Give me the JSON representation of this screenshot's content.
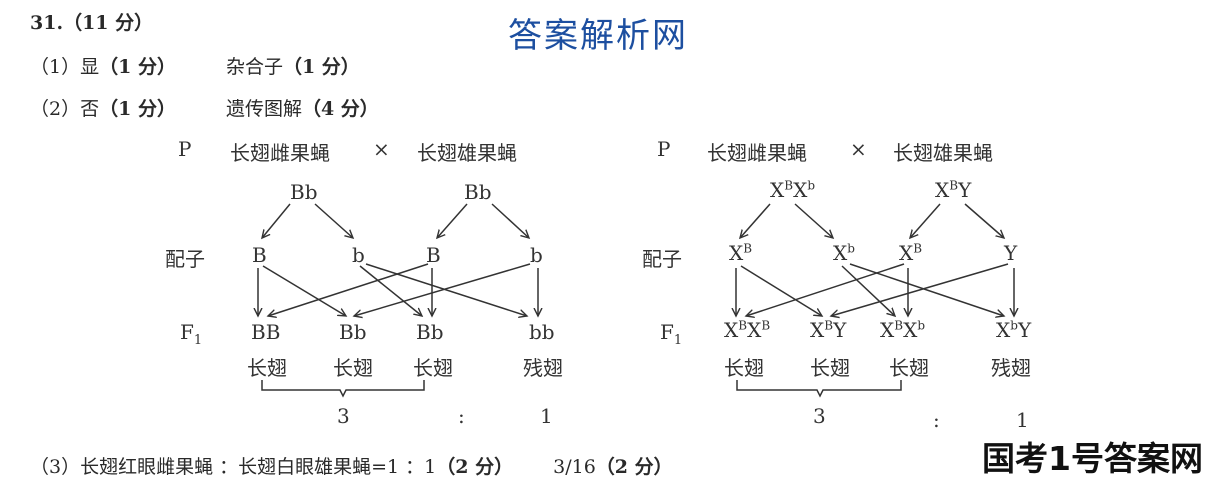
{
  "header": {
    "question": "31.",
    "score": "（11 分）"
  },
  "watermark_top": "答案解析网",
  "watermark_bottom": "国考1号答案网",
  "part1": {
    "num": "（1）",
    "a": "显",
    "a_score": "（1 分）",
    "b": "杂合子",
    "b_score": "（1 分）"
  },
  "part2": {
    "num": "（2）",
    "a": "否",
    "a_score": "（1 分）",
    "b": "遗传图解",
    "b_score": "（4 分）"
  },
  "part3": {
    "num": "（3）",
    "text": "长翅红眼雌果蝇 ：长翅白眼雄果蝇=1 ：1",
    "score1": "（2 分）",
    "ratio": "3/16",
    "score2": "（2 分）"
  },
  "diagram_left": {
    "p_label": "P",
    "parent_female": "长翅雌果蝇",
    "cross": "×",
    "parent_male": "长翅雄果蝇",
    "female_genotype": "Bb",
    "male_genotype": "Bb",
    "gamete_label": "配子",
    "gametes": [
      "B",
      "b",
      "B",
      "b"
    ],
    "f1_label": "F",
    "f1_sub": "1",
    "offspring": [
      "BB",
      "Bb",
      "Bb",
      "bb"
    ],
    "phenotypes": [
      "长翅",
      "长翅",
      "长翅",
      "残翅"
    ],
    "ratio_a": "3",
    "ratio_colon": ":",
    "ratio_b": "1"
  },
  "diagram_right": {
    "p_label": "P",
    "parent_female": "长翅雌果蝇",
    "cross": "×",
    "parent_male": "长翅雄果蝇",
    "female_genotype": [
      "X",
      "B",
      "X",
      "b"
    ],
    "male_genotype": [
      "X",
      "B",
      "Y"
    ],
    "gamete_label": "配子",
    "gametes": [
      [
        "X",
        "B"
      ],
      [
        "X",
        "b"
      ],
      [
        "X",
        "B"
      ],
      [
        "Y",
        ""
      ]
    ],
    "f1_label": "F",
    "f1_sub": "1",
    "offspring": [
      [
        "X",
        "B",
        "X",
        "B"
      ],
      [
        "X",
        "B",
        "Y",
        ""
      ],
      [
        "X",
        "B",
        "X",
        "b"
      ],
      [
        "X",
        "b",
        "Y",
        ""
      ]
    ],
    "phenotypes": [
      "长翅",
      "长翅",
      "长翅",
      "残翅"
    ],
    "ratio_a": "3",
    "ratio_colon": ":",
    "ratio_b": "1"
  }
}
